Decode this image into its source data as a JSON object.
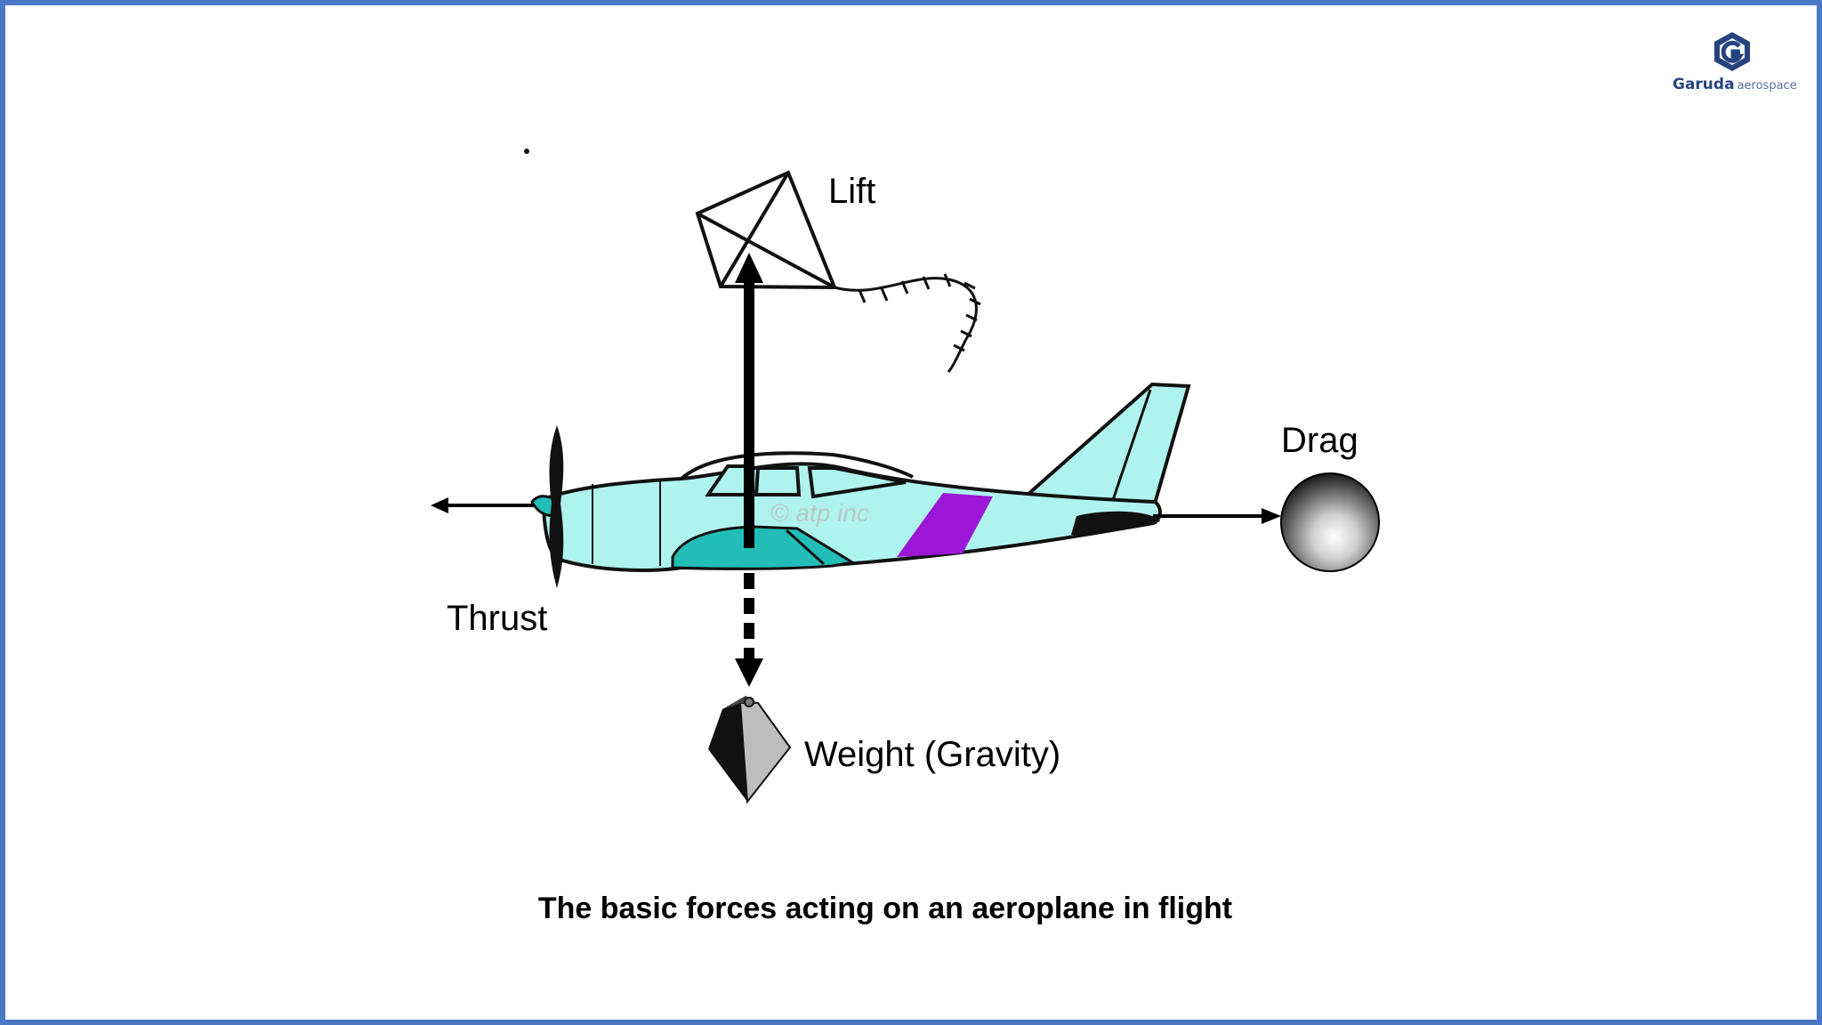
{
  "logo": {
    "brand": "Garuda",
    "sub": "aerospace",
    "icon": "garuda-logo-icon",
    "color": "#25447e"
  },
  "diagram": {
    "labels": {
      "lift": "Lift",
      "drag": "Drag",
      "thrust": "Thrust",
      "weight": "Weight (Gravity)"
    },
    "watermark": "© atp inc",
    "colors": {
      "fuselage": "#aef3ee",
      "stripe": "#9b16d6",
      "wing": "#22bdb6",
      "frame": "#4a78c4"
    }
  },
  "caption": "The basic forces acting on an aeroplane in flight"
}
